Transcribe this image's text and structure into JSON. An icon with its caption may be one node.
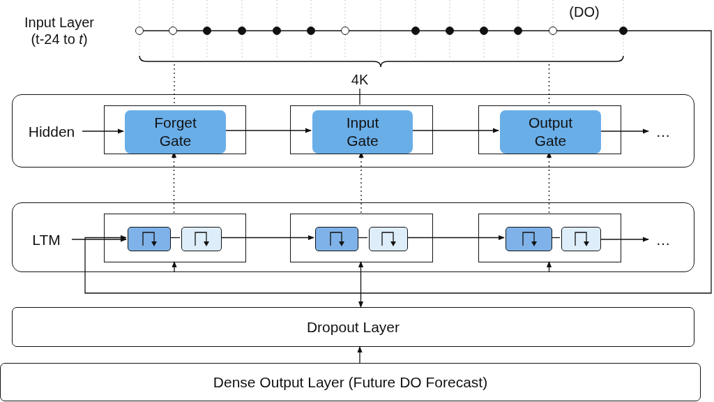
{
  "diagram": {
    "nodes": [
      {
        "text": [],
        "shape": "circle"
      },
      {
        "text": [],
        "shape": "circle"
      },
      {
        "text": [],
        "shape": "dot"
      },
      {
        "text": [],
        "shape": "dot"
      },
      {
        "text": [],
        "shape": "dot"
      },
      {
        "text": [],
        "shape": "dot"
      },
      {
        "text": [],
        "shape": "circle"
      },
      {
        "text": [],
        "shape": "dot"
      },
      {
        "text": [],
        "shape": "dot"
      },
      {
        "text": [],
        "shape": "dot"
      },
      {
        "text": [],
        "shape": "dot"
      },
      {
        "text": [],
        "shape": "circle"
      },
      {
        "text": [],
        "shape": "dot"
      },
      {
        "text": [],
        "shape": "box"
      },
      {
        "text": [
          "Hidden"
        ],
        "in": 13
      },
      {
        "text": [],
        "shape": "box",
        "in": 13
      },
      {
        "text": [
          "Forget Gate"
        ],
        "in": 15
      },
      {
        "text": [],
        "shape": "box",
        "in": 13
      },
      {
        "text": [
          "Input Gate"
        ],
        "in": 17
      },
      {
        "text": [],
        "shape": "box",
        "in": 13
      },
      {
        "text": [
          "Output Gate"
        ],
        "in": 19
      },
      {
        "text": [
          "…"
        ],
        "in": 13
      },
      {
        "text": [],
        "shape": "box"
      },
      {
        "text": [
          "LTM"
        ],
        "in": 22
      },
      {
        "text": [],
        "shape": "box",
        "in": 22
      },
      {
        "text": [],
        "shape": "box",
        "in": 24
      },
      {
        "text": [],
        "shape": "box",
        "in": 24
      },
      {
        "text": [],
        "shape": "box",
        "in": 22
      },
      {
        "text": [],
        "shape": "box",
        "in": 27
      },
      {
        "text": [],
        "shape": "box",
        "in": 27
      },
      {
        "text": [],
        "shape": "box",
        "in": 22
      },
      {
        "text": [],
        "shape": "box",
        "in": 30
      },
      {
        "text": [],
        "shape": "box",
        "in": 30
      },
      {
        "text": [
          "…"
        ],
        "in": 22
      },
      {
        "text": [
          "Dropout Layer"
        ]
      },
      {
        "text": [
          "Dense Output Layer (Future DO Forecast)"
        ]
      },
      {
        "text": [
          "4K"
        ]
      }
    ],
    "edges": [
      {
        "from": 0,
        "to": 1,
        "arrow": "none"
      },
      {
        "from": 1,
        "to": 2,
        "arrow": "none"
      },
      {
        "from": 2,
        "to": 3,
        "arrow": "none"
      },
      {
        "from": 3,
        "to": 4,
        "arrow": "none"
      },
      {
        "from": 4,
        "to": 5,
        "arrow": "none"
      },
      {
        "from": 5,
        "to": 6,
        "arrow": "none"
      },
      {
        "from": 6,
        "to": 7,
        "arrow": "none"
      },
      {
        "from": 7,
        "to": 8,
        "arrow": "none"
      },
      {
        "from": 8,
        "to": 9,
        "arrow": "none"
      },
      {
        "from": 9,
        "to": 10,
        "arrow": "none"
      },
      {
        "from": 10,
        "to": 11,
        "arrow": "none"
      },
      {
        "from": 11,
        "to": 12,
        "arrow": "none"
      },
      {
        "from": 12,
        "to": 25,
        "arrow": "to"
      },
      {
        "from": 36,
        "to": 15,
        "arrow": "none",
        "style": "dashed"
      },
      {
        "from": 36,
        "to": 17,
        "arrow": "none"
      },
      {
        "from": 36,
        "to": 19,
        "arrow": "none",
        "style": "dashed"
      },
      {
        "from": 14,
        "to": 16,
        "arrow": "to"
      },
      {
        "from": 16,
        "to": 18,
        "arrow": "to"
      },
      {
        "from": 18,
        "to": 20,
        "arrow": "to"
      },
      {
        "from": 20,
        "to": 21,
        "arrow": "to"
      },
      {
        "from": 24,
        "to": 16,
        "arrow": "to",
        "style": "dashed"
      },
      {
        "from": 27,
        "to": 18,
        "arrow": "to",
        "style": "dashed"
      },
      {
        "from": 30,
        "to": 20,
        "arrow": "to",
        "style": "dashed"
      },
      {
        "from": 23,
        "to": 25,
        "arrow": "to"
      },
      {
        "from": 25,
        "to": 26,
        "arrow": "none"
      },
      {
        "from": 26,
        "to": 28,
        "arrow": "to"
      },
      {
        "from": 28,
        "to": 29,
        "arrow": "none"
      },
      {
        "from": 29,
        "to": 31,
        "arrow": "to"
      },
      {
        "from": 31,
        "to": 32,
        "arrow": "none"
      },
      {
        "from": 32,
        "to": 33,
        "arrow": "to"
      },
      {
        "from": 22,
        "to": 24,
        "arrow": "to"
      },
      {
        "from": 27,
        "to": 34,
        "arrow": "both"
      },
      {
        "from": 22,
        "to": 30,
        "arrow": "to"
      },
      {
        "from": 35,
        "to": 34,
        "arrow": "to"
      }
    ],
    "labels": [
      "Input Layer (t-24 to *t*)",
      "(DO)"
    ]
  }
}
